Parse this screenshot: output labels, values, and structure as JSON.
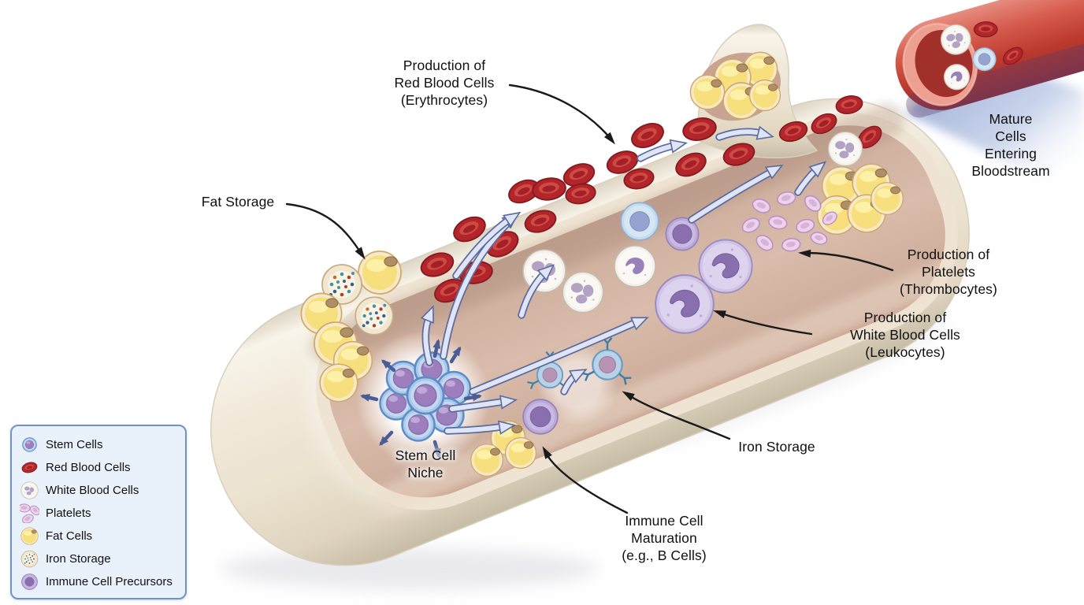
{
  "labels": {
    "production_rbc": "Production of\nRed Blood Cells\n(Erythrocytes)",
    "fat_storage": "Fat Storage",
    "mature_cells": "Mature Cells\nEntering\nBloodstream",
    "production_platelets": "Production of\nPlatelets\n(Thrombocytes)",
    "production_wbc": "Production of\nWhite Blood Cells\n(Leukocytes)",
    "iron_storage": "Iron Storage",
    "stem_cell_niche": "Stem Cell\nNiche",
    "immune_maturation": "Immune Cell\nMaturation\n(e.g., B Cells)"
  },
  "legend": {
    "items": [
      {
        "label": "Stem Cells",
        "icon": "stem-cell-icon"
      },
      {
        "label": "Red Blood Cells",
        "icon": "red-blood-cell-icon"
      },
      {
        "label": "White Blood Cells",
        "icon": "white-blood-cell-icon"
      },
      {
        "label": "Platelets",
        "icon": "platelet-icon"
      },
      {
        "label": "Fat Cells",
        "icon": "fat-cell-icon"
      },
      {
        "label": "Iron Storage",
        "icon": "iron-storage-icon"
      },
      {
        "label": "Immune Cell Precursors",
        "icon": "immune-cell-precursor-icon"
      }
    ]
  },
  "colors": {
    "legend_background": "#e9f1fb",
    "legend_border": "#6f94c4",
    "bone": "#efe8d8",
    "marrow": "#d3b3a2",
    "red_blood_cell": "#b2252b",
    "vessel": "#bb3a2d",
    "flow_arrow_fill": "#dfe5f7",
    "flow_arrow_outline": "#5b6b9e",
    "label_text": "#101010"
  }
}
